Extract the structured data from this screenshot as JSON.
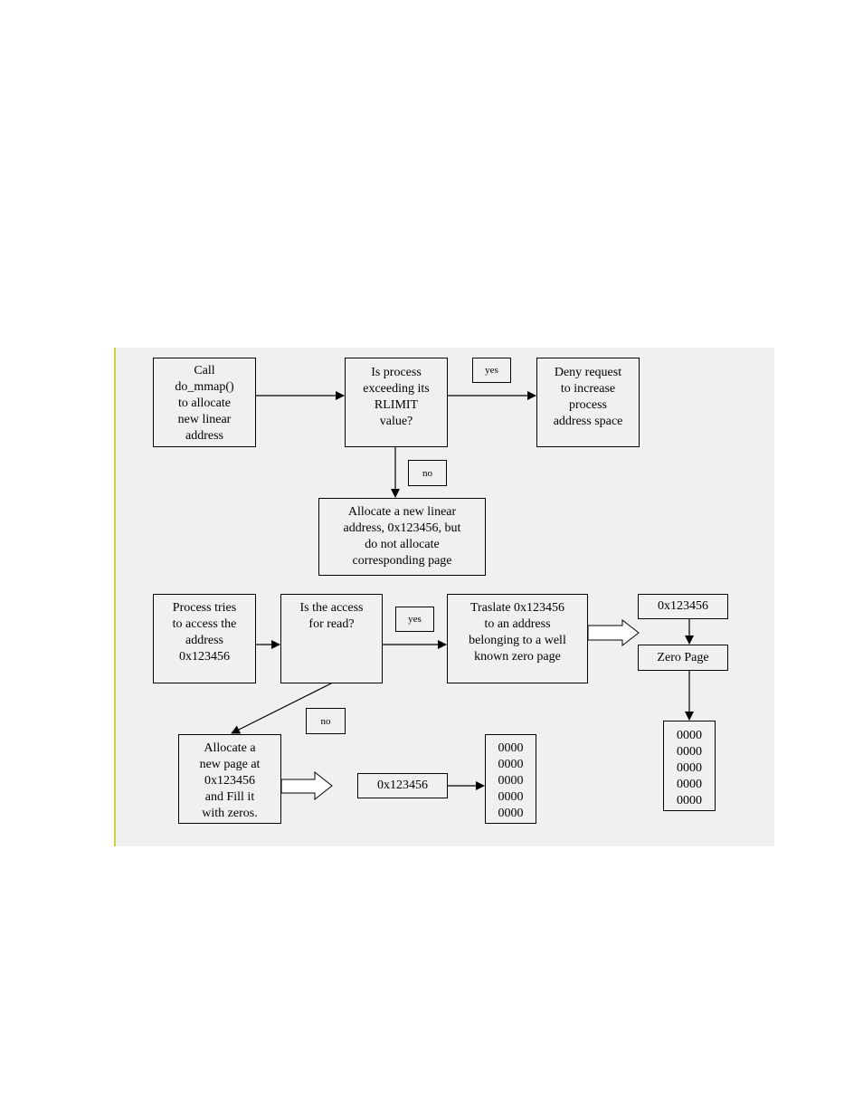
{
  "boxes": {
    "call_mmap": [
      "Call",
      "do_mmap()",
      "to allocate",
      "new linear",
      "address"
    ],
    "rlimit_check": [
      "Is process",
      "exceeding its",
      "RLIMIT",
      "value?"
    ],
    "deny_request": [
      "Deny request",
      "to increase",
      "process",
      "address space"
    ],
    "allocate_linear": [
      "Allocate a new linear",
      "address, 0x123456, but",
      "do not allocate",
      "corresponding page"
    ],
    "process_access": [
      "Process tries",
      "to access the",
      "address",
      "0x123456"
    ],
    "read_check": [
      "Is the access",
      "for read?"
    ],
    "translate": [
      "Traslate 0x123456",
      "to an address",
      "belonging to a well",
      "known zero page"
    ],
    "zero_addr": [
      "0x123456"
    ],
    "zero_page": [
      "Zero Page"
    ],
    "zero_memory": [
      "0000",
      "0000",
      "0000",
      "0000",
      "0000"
    ],
    "allocate_page": [
      "Allocate a",
      "new page at",
      "0x123456",
      "and Fill it",
      "with zeros."
    ],
    "new_addr": [
      "0x123456"
    ],
    "new_memory": [
      "0000",
      "0000",
      "0000",
      "0000",
      "0000"
    ]
  },
  "labels": {
    "yes_top": "yes",
    "no_top": "no",
    "yes_read": "yes",
    "no_read": "no"
  }
}
